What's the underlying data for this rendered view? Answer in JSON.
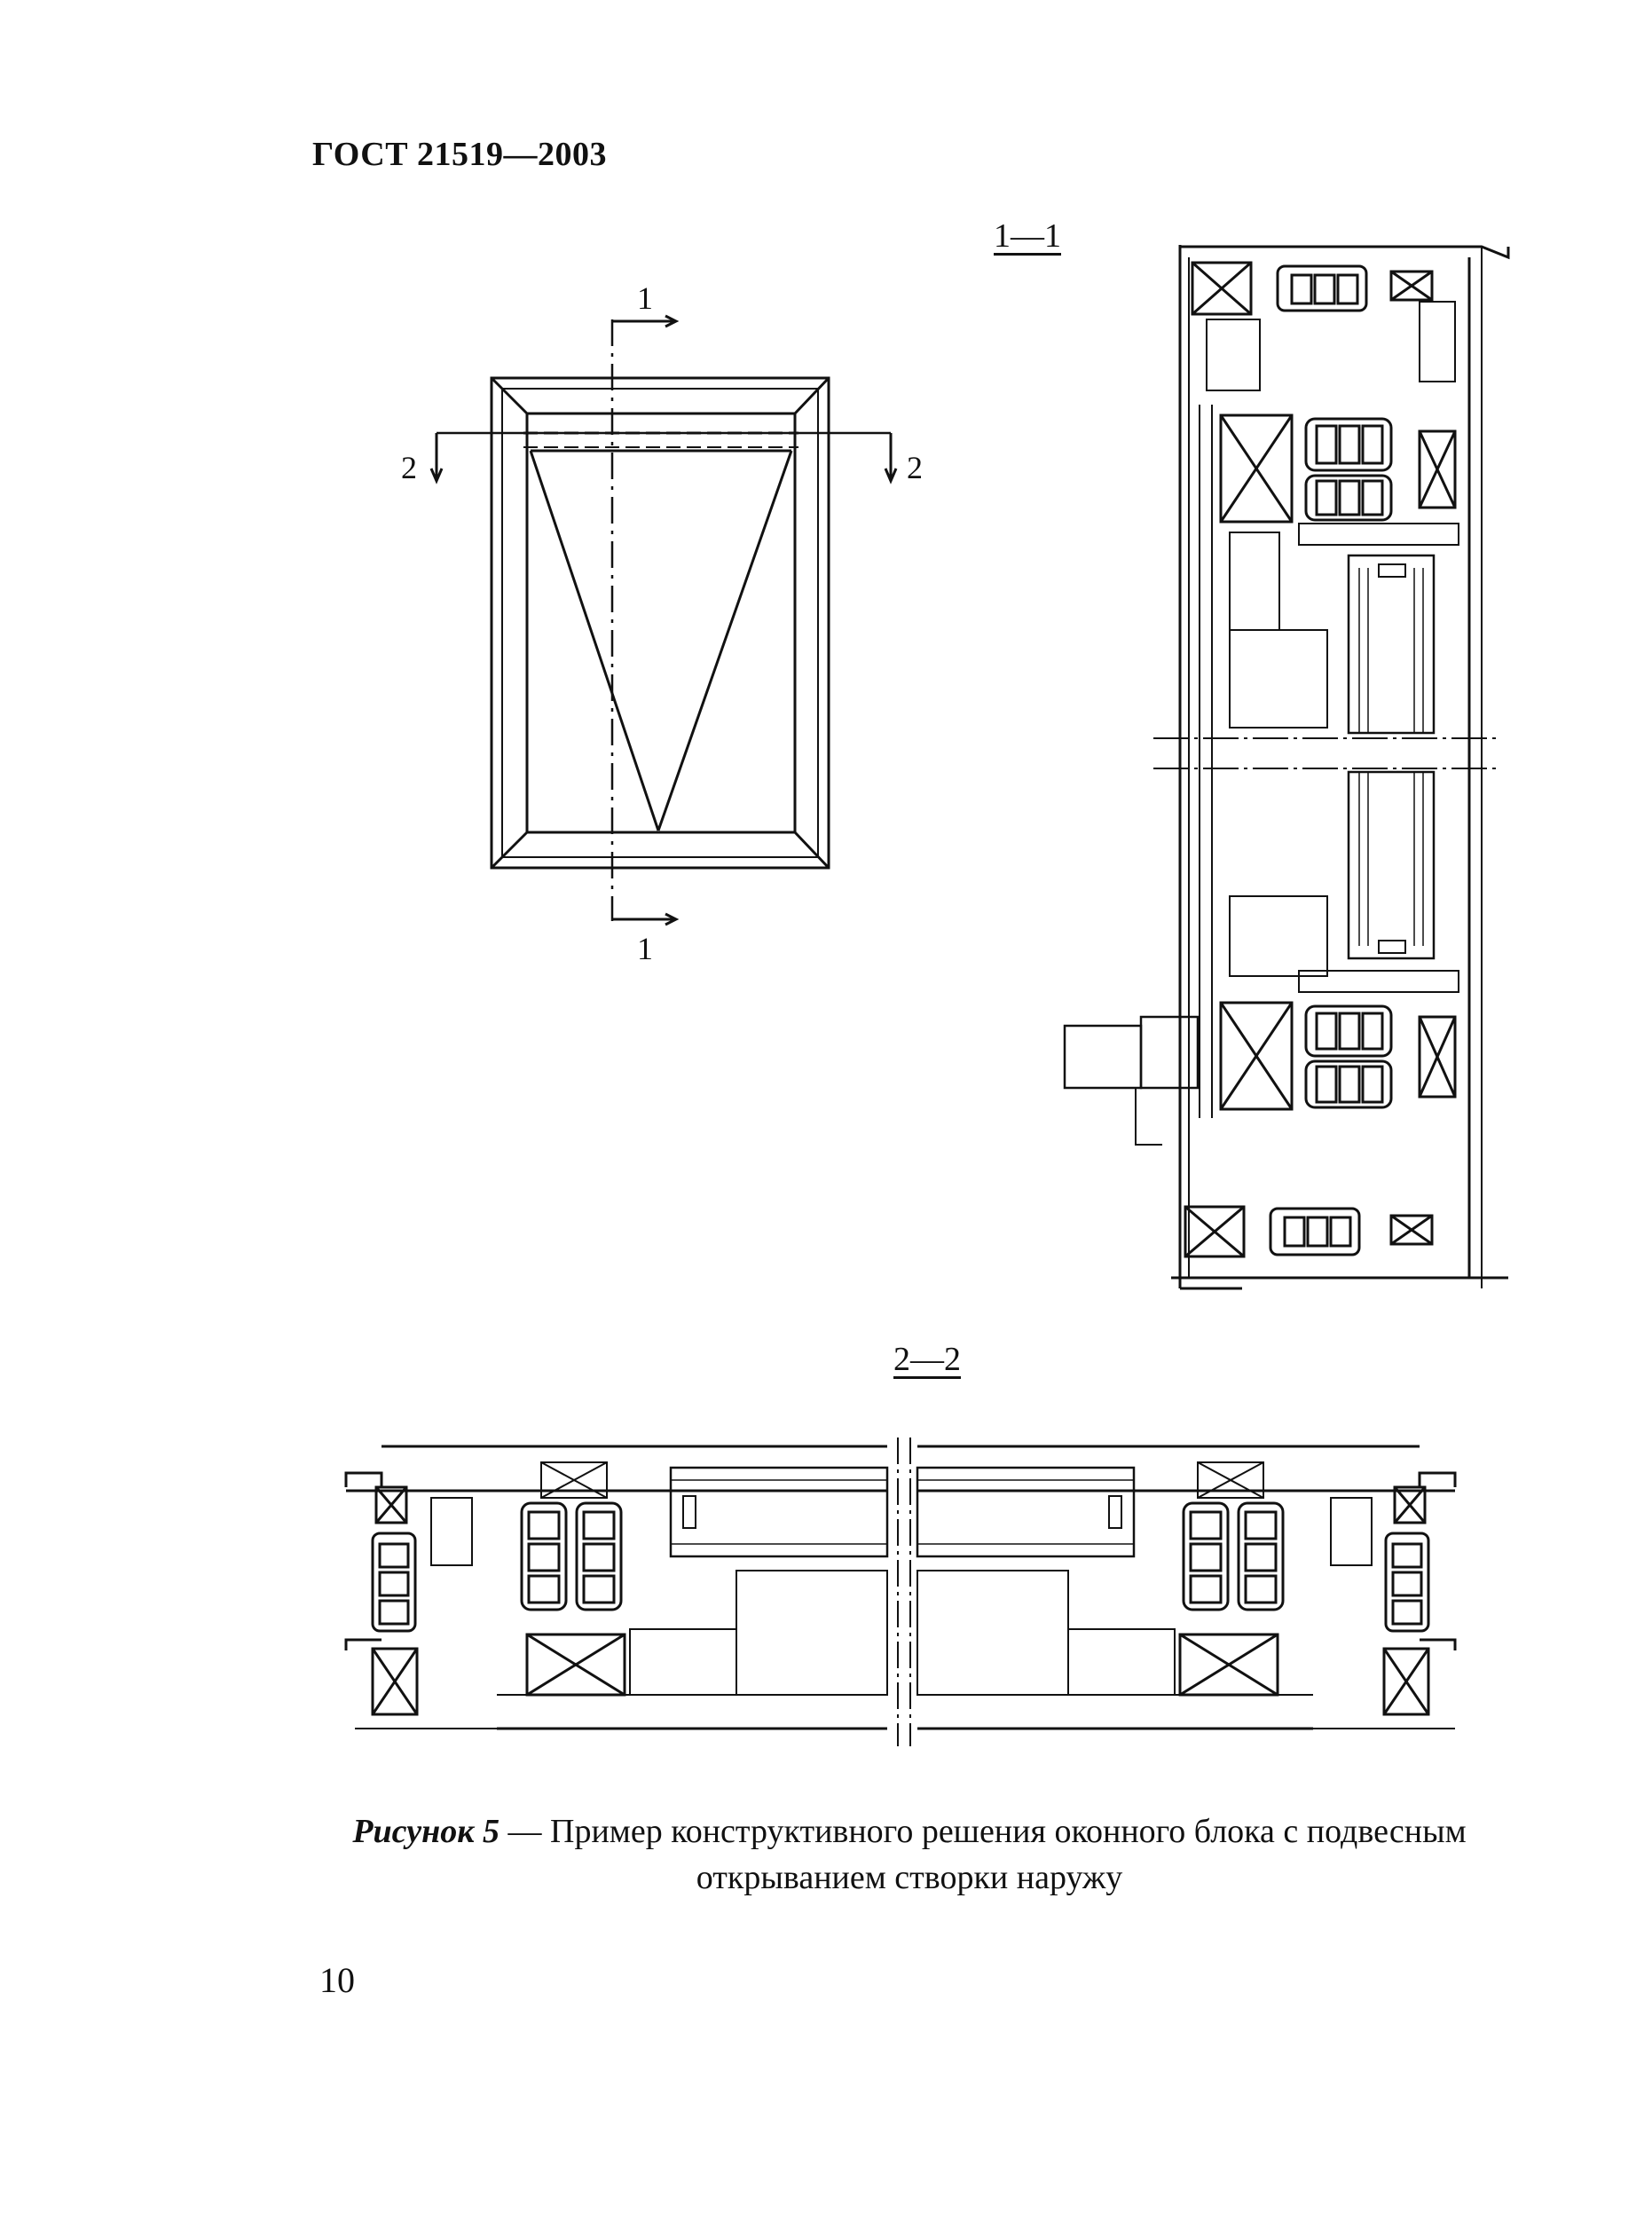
{
  "header": {
    "standard": "ГОСТ 21519—2003"
  },
  "figure": {
    "section_1_1_label": "1—1",
    "section_2_2_label": "2—2",
    "cut_mark_1": "1",
    "cut_mark_2": "2",
    "caption_prefix": "Рисунок 5",
    "caption_dash": " — ",
    "caption_text": "Пример конструктивного решения оконного блока с подвесным открыванием створки наружу"
  },
  "page_number": "10"
}
